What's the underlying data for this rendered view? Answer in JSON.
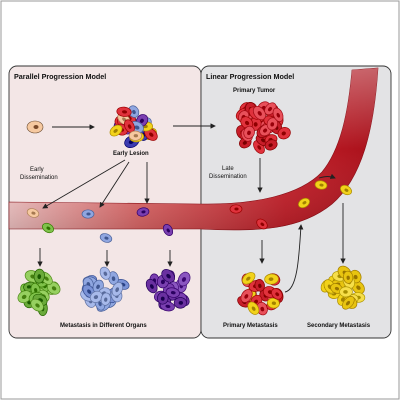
{
  "left_panel": {
    "title": "Parallel Progression Model",
    "early_lesion": "Early Lesion",
    "early_dissemination": [
      "Early",
      "Dissemination"
    ],
    "metastasis_label": "Metastasis in Different Organs"
  },
  "right_panel": {
    "title": "Linear Progression Model",
    "primary_tumor": "Primary Tumor",
    "late_dissemination": [
      "Late",
      "Dissemination"
    ],
    "primary_metastasis": "Primary Metastasis",
    "secondary_metastasis": "Secondary Metastasis"
  },
  "colors": {
    "left_panel_bg": "#f3e6e6",
    "right_panel_bg": "#e3e3e5",
    "vessel": "#b8101c",
    "green_cells": "#7fc24a",
    "blue_cells": "#8fa6e0",
    "purple_cells": "#7a3fb0",
    "red_cells": "#e0323c",
    "yellow_cells": "#f2d21a"
  }
}
